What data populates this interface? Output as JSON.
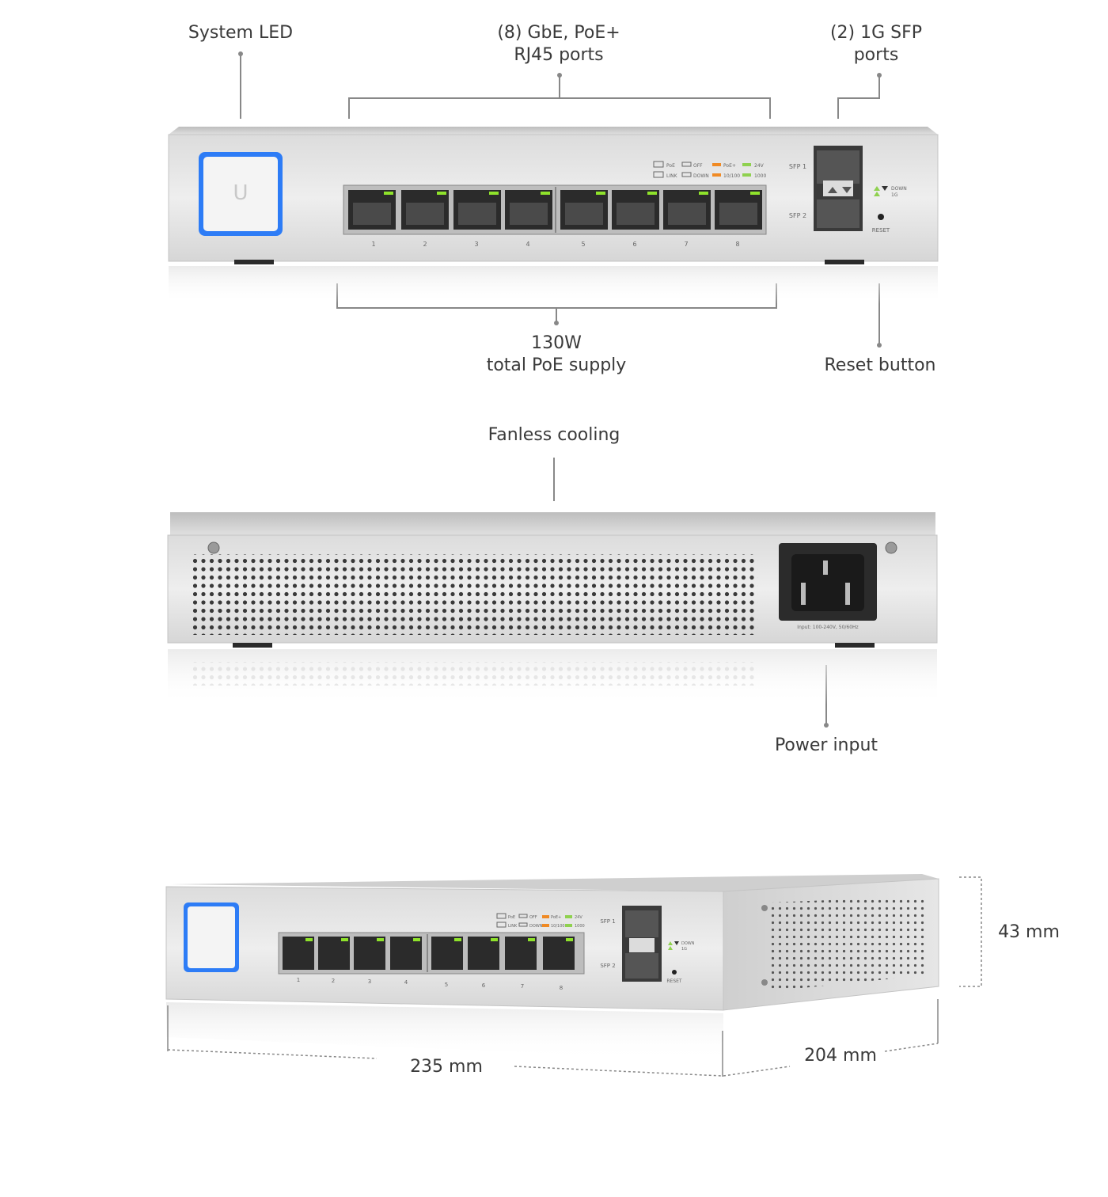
{
  "front": {
    "system_led": "System LED",
    "rj45_ports": [
      "(8) GbE, PoE+",
      "RJ45 ports"
    ],
    "sfp_ports": [
      "(2) 1G SFP",
      "ports"
    ],
    "poe_supply": [
      "130W",
      "total PoE supply"
    ],
    "reset_button": "Reset button",
    "port_numbers": [
      "1",
      "2",
      "3",
      "4",
      "5",
      "6",
      "7",
      "8"
    ],
    "sfp_labels": [
      "SFP 1",
      "SFP 2"
    ],
    "reset_text": "RESET",
    "legend": {
      "row1": [
        "PoE",
        "OFF",
        "PoE+",
        "24V"
      ],
      "row2": [
        "LINK",
        "DOWN",
        "10/100",
        "1000"
      ],
      "sfp_legend": [
        "DOWN",
        "1G"
      ]
    }
  },
  "back": {
    "fanless": "Fanless cooling",
    "power_input": "Power input",
    "power_spec": "Input: 100-240V, 50/60Hz"
  },
  "dimensions": {
    "height": "43 mm",
    "width": "235 mm",
    "depth": "204 mm"
  },
  "colors": {
    "led_blue": "#2d7cf6",
    "port_led_green": "#8fe32b",
    "legend_orange": "#f08a24",
    "legend_green": "#8fd14f"
  }
}
